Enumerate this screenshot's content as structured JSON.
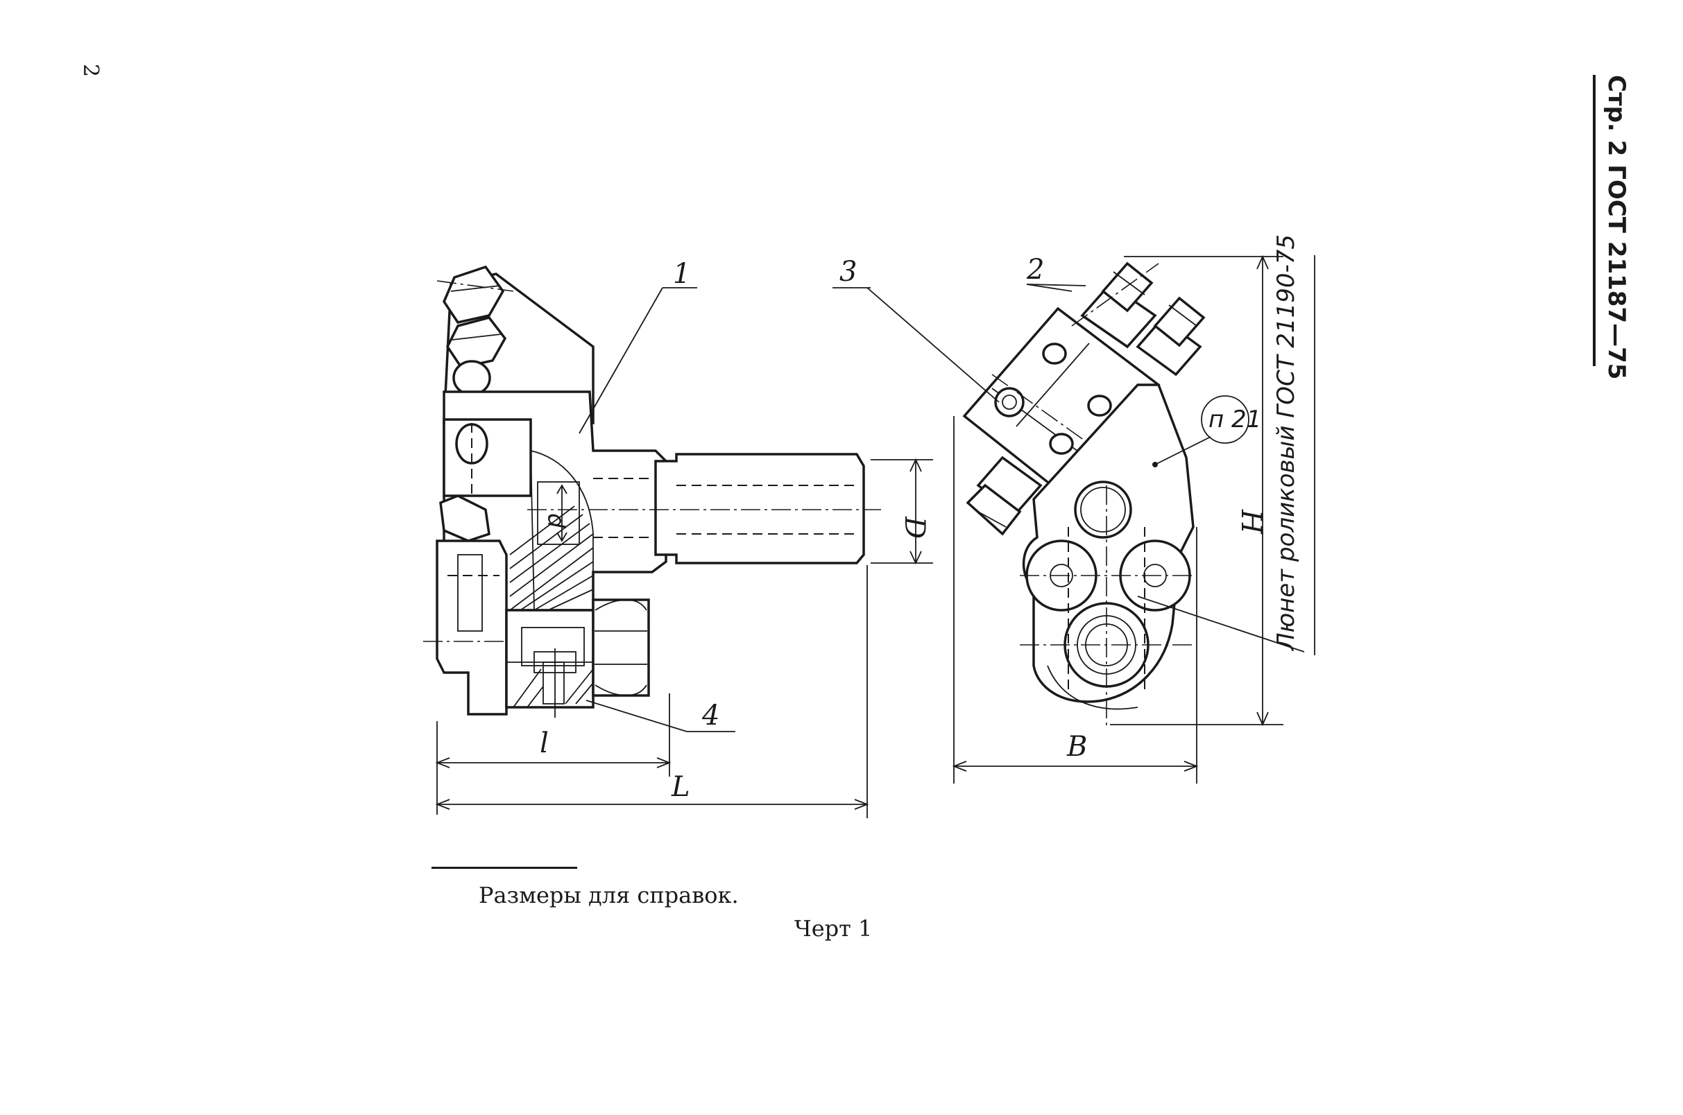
{
  "page": {
    "page_number": "2",
    "header": "Стр. 2 ГОСТ 21187—75"
  },
  "drawing": {
    "callouts": [
      "1",
      "2",
      "3",
      "4"
    ],
    "dimensions": {
      "l": "l",
      "L": "L",
      "B": "B",
      "H": "H",
      "D": "D",
      "d": "d"
    },
    "circle_note": "п 21",
    "side_note": "Люнет роликовый ГОСТ 21190-75"
  },
  "captions": {
    "footnote": "Размеры для справок.",
    "figure": "Черт 1"
  }
}
